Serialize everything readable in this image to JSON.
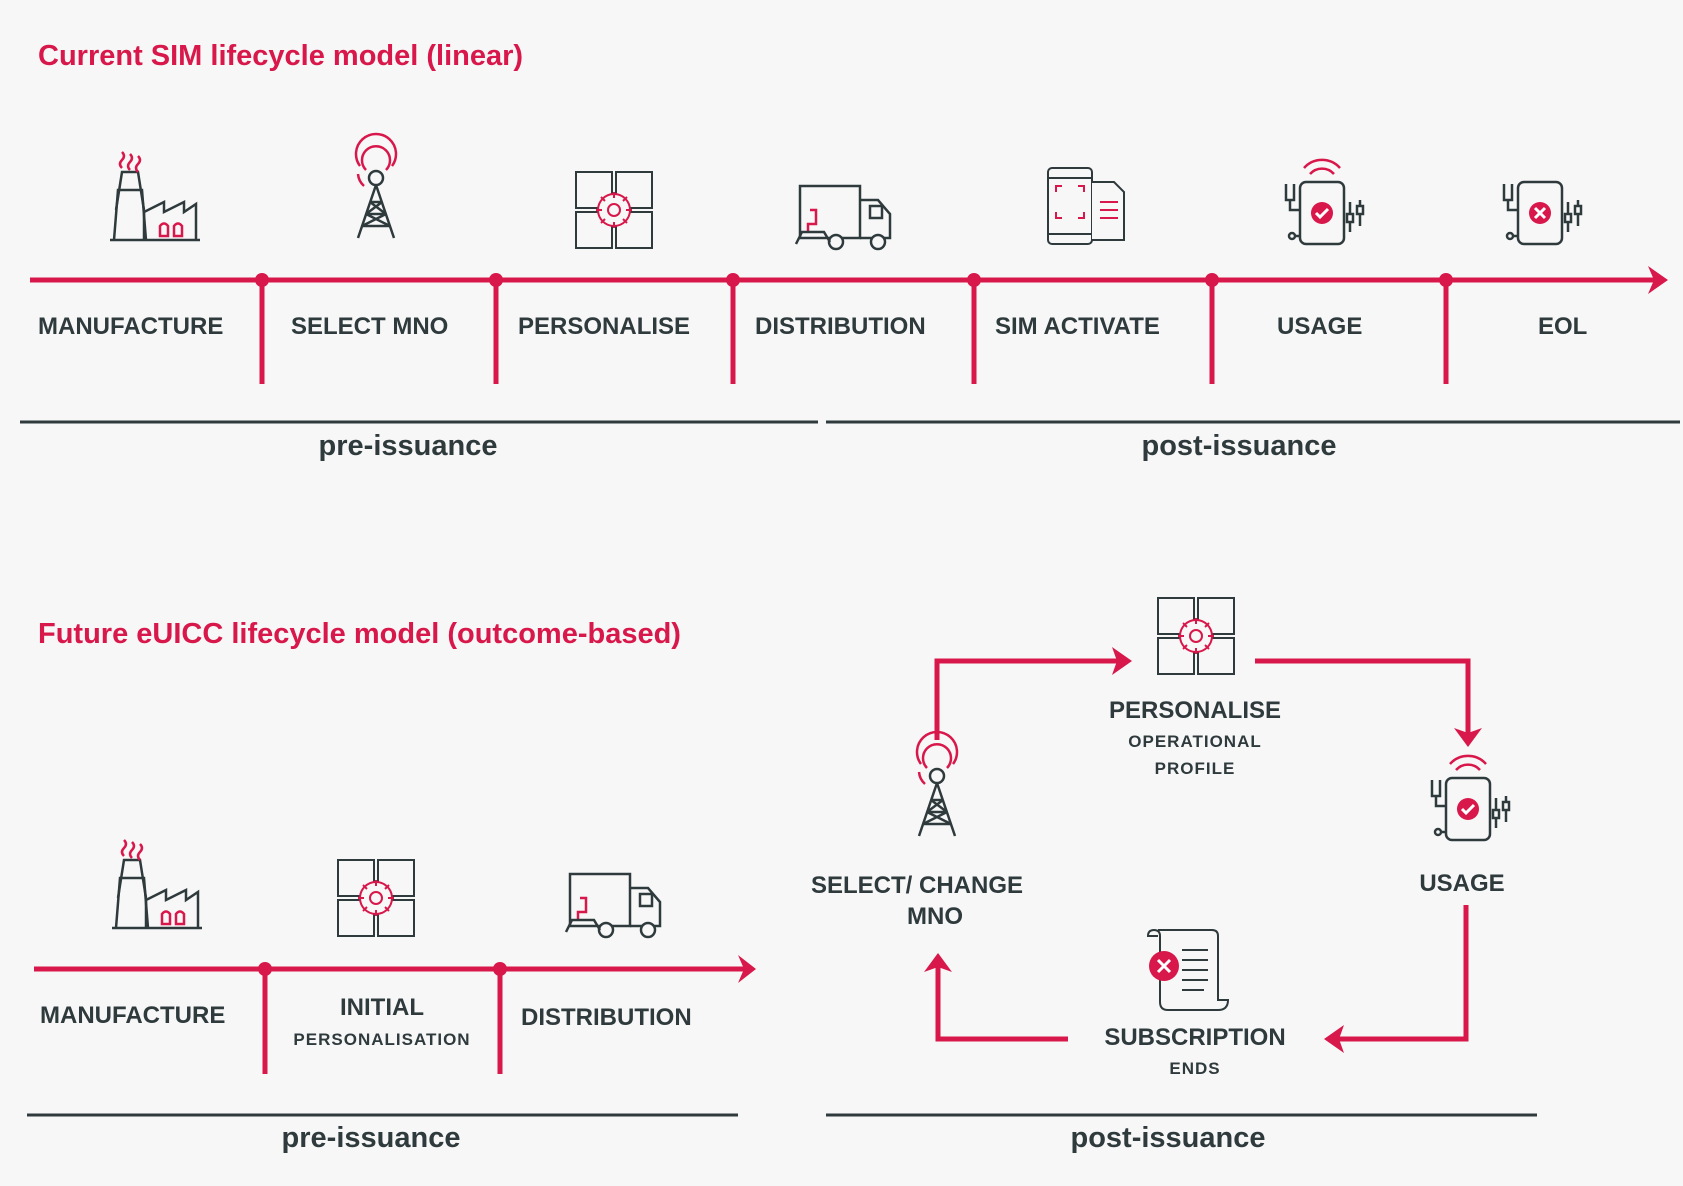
{
  "linear": {
    "title": "Current SIM lifecycle model (linear)",
    "stages": [
      "MANUFACTURE",
      "SELECT MNO",
      "PERSONALISE",
      "DISTRIBUTION",
      "SIM ACTIVATE",
      "USAGE",
      "EOL"
    ],
    "pre_issuance": "pre-issuance",
    "post_issuance": "post-issuance"
  },
  "future": {
    "title": "Future eUICC lifecycle model (outcome-based)",
    "stages": {
      "manufacture": "MANUFACTURE",
      "initial": "INITIAL",
      "initial_sub": "PERSONALISATION",
      "distribution": "DISTRIBUTION"
    },
    "cycle": {
      "personalise": "PERSONALISE",
      "personalise_sub1": "OPERATIONAL",
      "personalise_sub2": "PROFILE",
      "usage": "USAGE",
      "subscription": "SUBSCRIPTION",
      "subscription_sub": "ENDS",
      "select_change1": "SELECT/ CHANGE",
      "select_change2": "MNO"
    },
    "pre_issuance": "pre-issuance",
    "post_issuance": "post-issuance"
  },
  "colors": {
    "accent": "#d8174a",
    "ink": "#2f3a3d"
  },
  "icons": [
    "factory-icon",
    "antenna-icon",
    "sim-gear-icon",
    "truck-icon",
    "phone-document-icon",
    "phone-check-icon",
    "phone-cross-icon",
    "scroll-cross-icon"
  ]
}
